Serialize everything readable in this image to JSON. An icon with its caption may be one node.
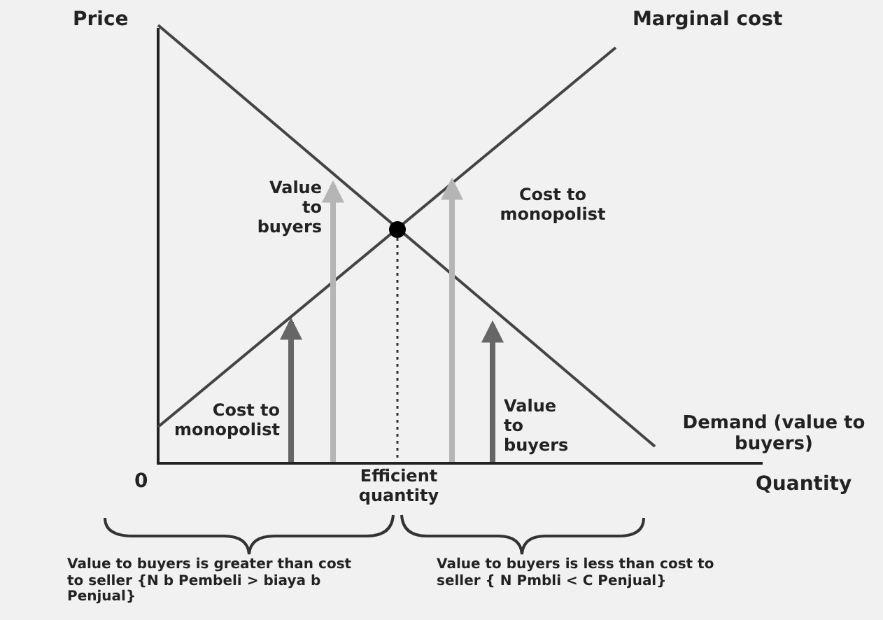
{
  "diagram": {
    "labels": [
      "Price",
      "Marginal cost",
      "Value to buyers",
      "Cost to monopolist",
      "Value to buyers",
      "Demand (value to buyers)",
      "Cost to monopolist",
      "0",
      "Efficient quantity",
      "Quantity",
      "Value to buyers is greater than cost to seller {N b Pembeli > biaya b Penjual}",
      "Value to buyers is less than cost to seller { N Pmbli < C Penjual}"
    ]
  }
}
